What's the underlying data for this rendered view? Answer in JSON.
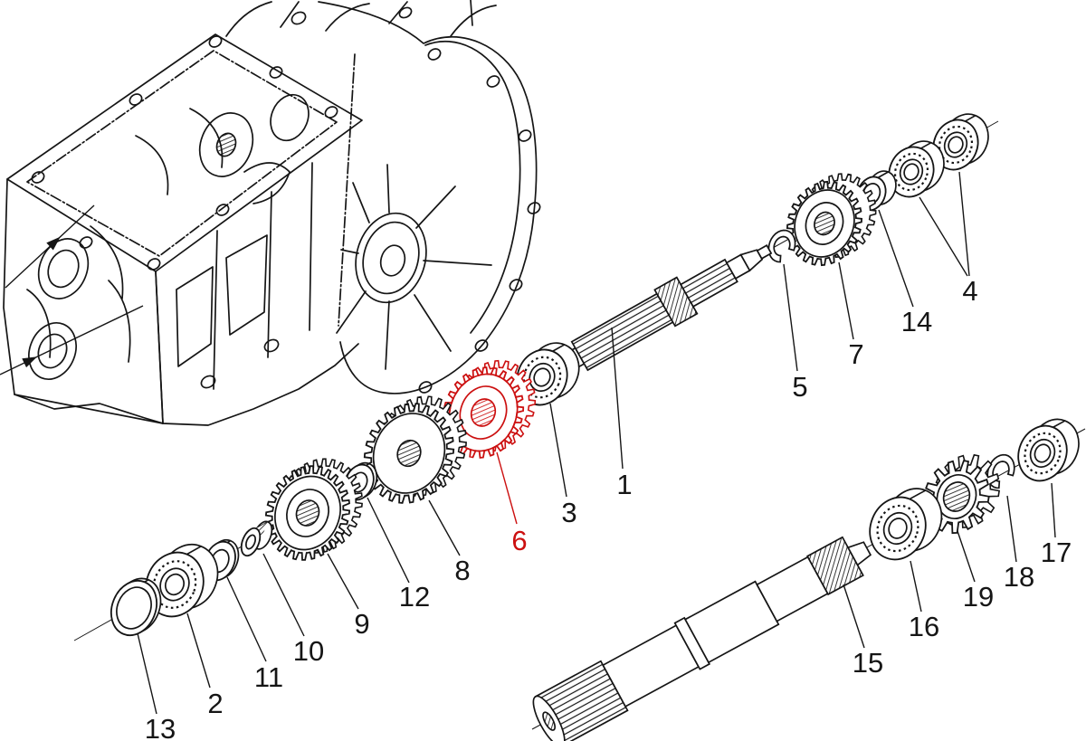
{
  "diagram": {
    "background_color": "#ffffff",
    "line_color": "#151515",
    "highlight_color": "#cc1010",
    "highlighted_part": "6",
    "callouts": [
      {
        "label": "1",
        "highlighted": false
      },
      {
        "label": "2",
        "highlighted": false
      },
      {
        "label": "3",
        "highlighted": false
      },
      {
        "label": "4",
        "highlighted": false
      },
      {
        "label": "5",
        "highlighted": false
      },
      {
        "label": "6",
        "highlighted": true
      },
      {
        "label": "7",
        "highlighted": false
      },
      {
        "label": "8",
        "highlighted": false
      },
      {
        "label": "9",
        "highlighted": false
      },
      {
        "label": "10",
        "highlighted": false
      },
      {
        "label": "11",
        "highlighted": false
      },
      {
        "label": "12",
        "highlighted": false
      },
      {
        "label": "13",
        "highlighted": false
      },
      {
        "label": "14",
        "highlighted": false
      },
      {
        "label": "15",
        "highlighted": false
      },
      {
        "label": "16",
        "highlighted": false
      },
      {
        "label": "17",
        "highlighted": false
      },
      {
        "label": "18",
        "highlighted": false
      },
      {
        "label": "19",
        "highlighted": false
      }
    ]
  }
}
